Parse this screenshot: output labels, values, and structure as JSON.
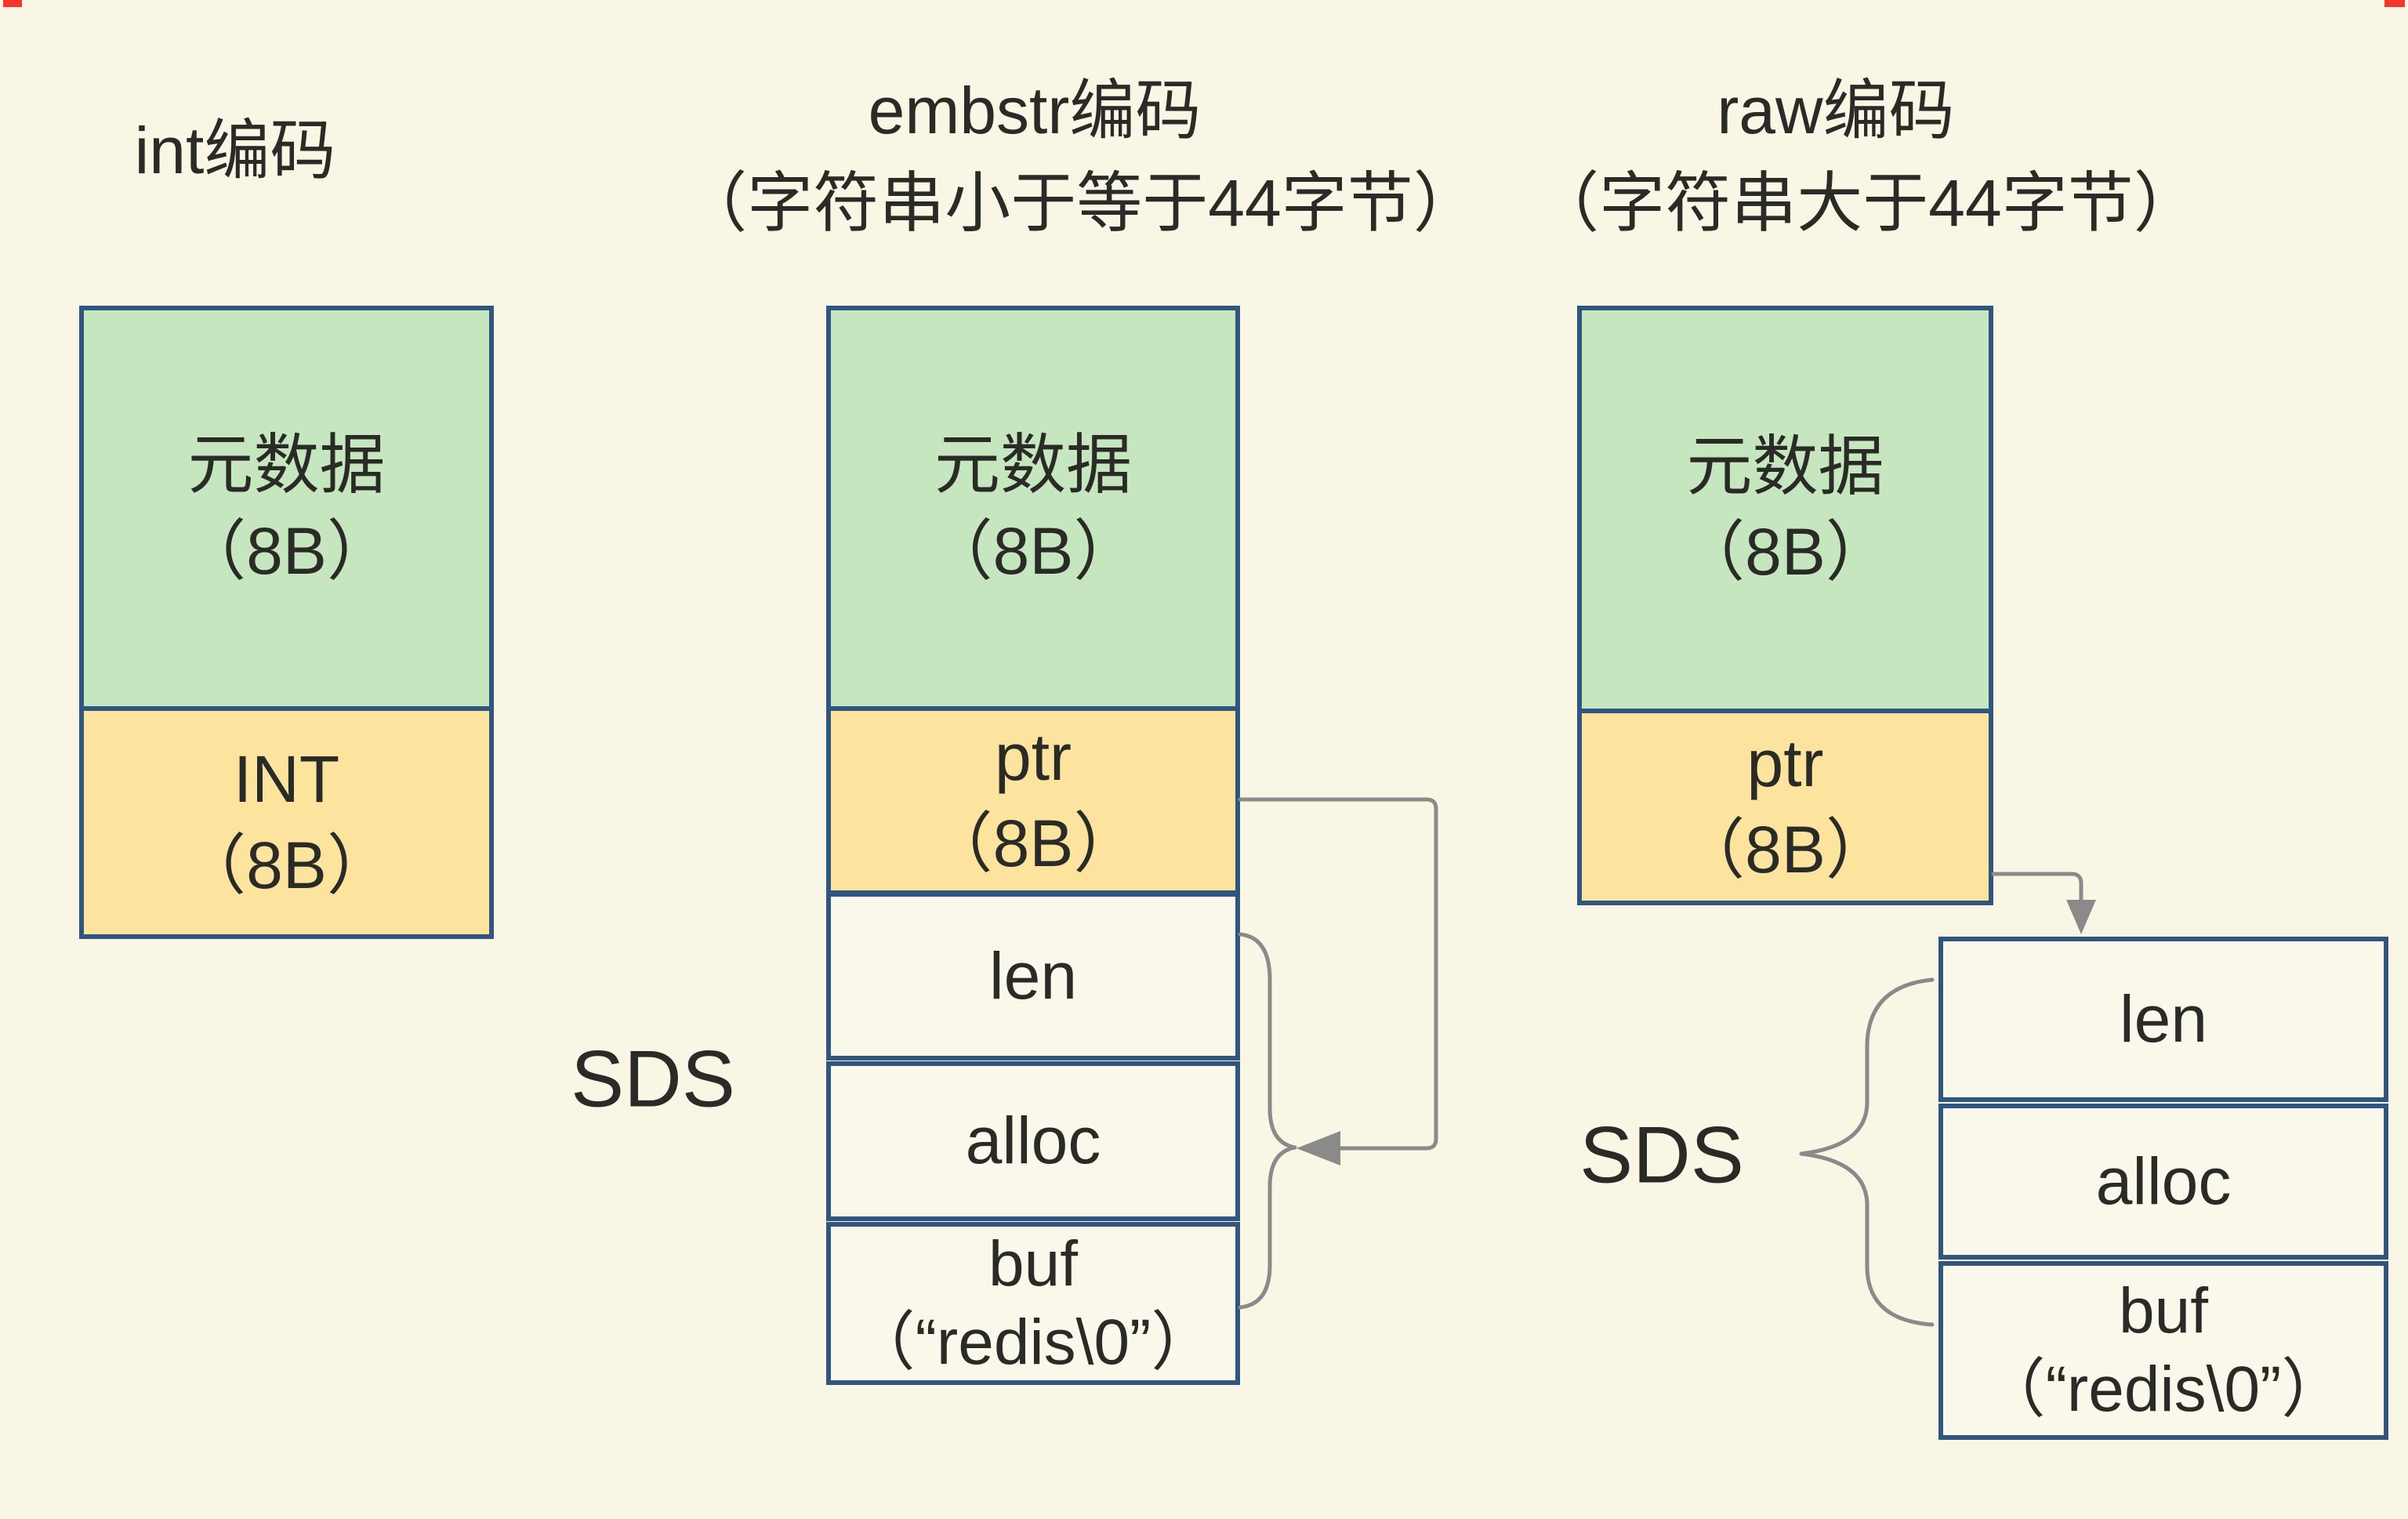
{
  "titles": {
    "int": "int编码",
    "embstr_line1": "embstr编码",
    "embstr_line2": "（字符串小于等于44字节）",
    "raw_line1": "raw编码",
    "raw_line2": "（字符串大于44字节）"
  },
  "int_column": {
    "metadata_label": "元数据",
    "metadata_size": "（8B）",
    "int_label": "INT",
    "int_size": "（8B）"
  },
  "embstr_column": {
    "metadata_label": "元数据",
    "metadata_size": "（8B）",
    "ptr_label": "ptr",
    "ptr_size": "（8B）",
    "sds_label": "SDS",
    "len_label": "len",
    "alloc_label": "alloc",
    "buf_line1": "buf",
    "buf_line2": "（“redis\\0”）"
  },
  "raw_column": {
    "metadata_label": "元数据",
    "metadata_size": "（8B）",
    "ptr_label": "ptr",
    "ptr_size": "（8B）",
    "sds_label": "SDS",
    "len_label": "len",
    "alloc_label": "alloc",
    "buf_line1": "buf",
    "buf_line2": "（“redis\\0”）"
  },
  "colors": {
    "background": "#F9F6E6",
    "box_green": "#C5E6BE",
    "box_yellow": "#FCE49E",
    "box_cream": "#FAF8EB",
    "border_blue": "#305680",
    "arrow_gray": "#8A8A8A",
    "text": "#2A2A26",
    "corner_mark_red": "#F5342C"
  }
}
